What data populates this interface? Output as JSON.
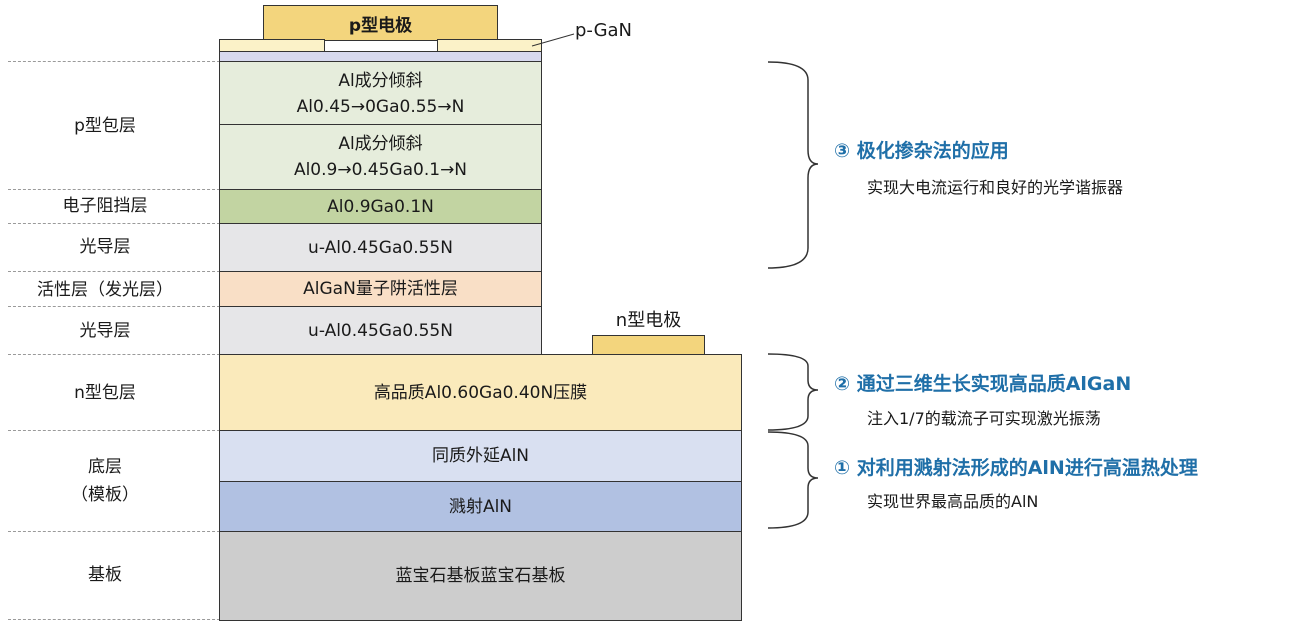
{
  "electrodes": {
    "p": "p型电极",
    "n": "n型电极"
  },
  "callouts": {
    "p_gan": "p-GaN"
  },
  "row_labels": {
    "p_clad": "p型包层",
    "ebl": "电子阻挡层",
    "guide_top": "光导层",
    "active": "活性层（发光层）",
    "guide_bottom": "光导层",
    "n_clad": "n型包层",
    "template_line1": "底层",
    "template_line2": "（模板）",
    "substrate": "基板"
  },
  "layers": {
    "grad1_line1": "Al成分倾斜",
    "grad1_line2": "Al0.45→0Ga0.55→N",
    "grad2_line1": "Al成分倾斜",
    "grad2_line2": "Al0.9→0.45Ga0.1→N",
    "ebl": "Al0.9Ga0.1N",
    "guide_top": "u-Al0.45Ga0.55N",
    "active": "AlGaN量子阱活性层",
    "guide_bottom": "u-Al0.45Ga0.55N",
    "n_clad": "高品质Al0.60Ga0.40N压膜",
    "homo_aln": "同质外延AlN",
    "sputter_aln": "溅射AlN",
    "substrate": "蓝宝石基板蓝宝石基板"
  },
  "annotations": [
    {
      "title": "③ 极化掺杂法的应用",
      "subtitle": "实现大电流运行和良好的光学谐振器"
    },
    {
      "title": "② 通过三维生长实现高品质AlGaN",
      "subtitle": "注入1/7的载流子可实现激光振荡"
    },
    {
      "title": "① 对利用溅射法形成的AlN进行高温热处理",
      "subtitle": "实现世界最高品质的AlN"
    }
  ],
  "colors": {
    "electrode": "#f3d57d",
    "p_gan": "#fbf2c8",
    "thin_layer": "#d7d9ee",
    "grad": "#e6eddc",
    "ebl": "#c2d4a2",
    "guide": "#e6e6e8",
    "active": "#f9dfc6",
    "n_clad": "#faeabb",
    "homo_aln": "#d9e0f1",
    "sputter_aln": "#b1c1e2",
    "substrate": "#cdcdcd",
    "annotation_title": "#1f6fa8"
  }
}
